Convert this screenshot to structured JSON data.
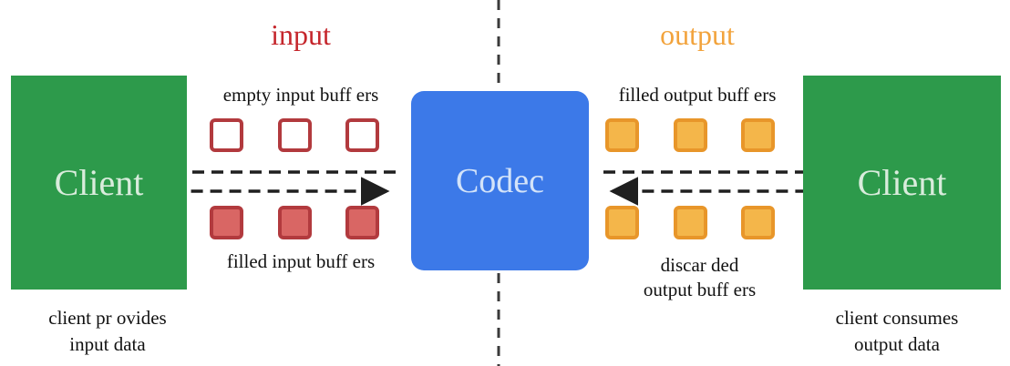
{
  "sections": {
    "input_title": "input",
    "output_title": "output"
  },
  "client_left": {
    "label": "Client",
    "caption_line1": "client pr ovides",
    "caption_line2": "input data"
  },
  "codec": {
    "label": "Codec"
  },
  "client_right": {
    "label": "Client",
    "caption_line1": "client consumes",
    "caption_line2": "output data"
  },
  "buffers": {
    "empty_input_label": "empty input buff ers",
    "filled_input_label": "filled input buff ers",
    "filled_output_label": "filled output buff ers",
    "discarded_output_line1": "discar ded",
    "discarded_output_line2": "output buff ers"
  },
  "colors": {
    "green": "#2d9a4b",
    "green-text": "#d9ecdc",
    "blue": "#3c79e8",
    "blue-text": "#d3e3f9",
    "red": "#c5262c",
    "red-border": "#b23a3e",
    "red-fill": "#d96664",
    "orange": "#f2a33c",
    "orange-border": "#e8962a",
    "orange-fill": "#f4b64a",
    "line": "#2b2b2b"
  }
}
